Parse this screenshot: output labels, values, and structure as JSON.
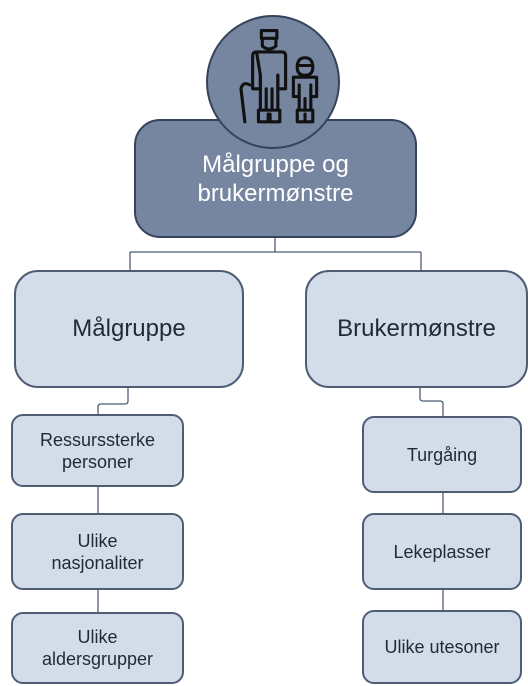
{
  "diagram": {
    "root": {
      "lines": [
        "Målgruppe og",
        "brukermønstre"
      ],
      "icon": "people-icon"
    },
    "branches": [
      {
        "label": "Målgruppe",
        "items": [
          {
            "lines": [
              "Ressurssterke",
              "personer"
            ]
          },
          {
            "lines": [
              "Ulike",
              "nasjonaliter"
            ]
          },
          {
            "lines": [
              "Ulike",
              "aldersgrupper"
            ]
          }
        ]
      },
      {
        "label": "Brukermønstre",
        "items": [
          {
            "lines": [
              "Turgåing"
            ]
          },
          {
            "lines": [
              "Lekeplasser"
            ]
          },
          {
            "lines": [
              "Ulike utesoner"
            ]
          }
        ]
      }
    ]
  },
  "colors": {
    "root_fill": "#7685a0",
    "node_fill": "#d3dce9",
    "border": "#4e5d74",
    "connector": "#4e5d74"
  }
}
